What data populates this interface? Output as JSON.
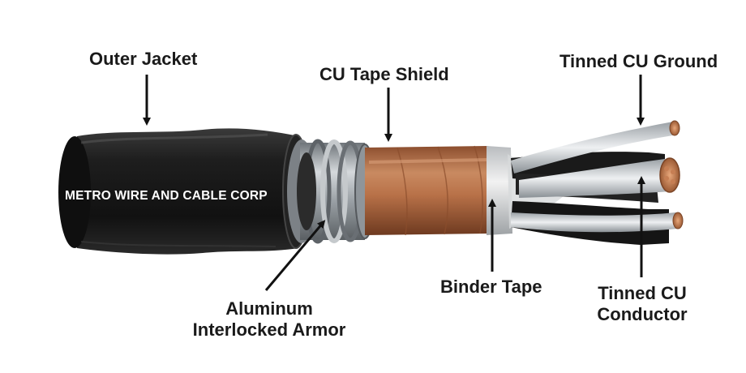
{
  "labels": {
    "outer_jacket": "Outer Jacket",
    "cu_tape_shield": "CU Tape Shield",
    "tinned_cu_ground": "Tinned CU Ground",
    "binder_tape": "Binder Tape",
    "armor_line1": "Aluminum",
    "armor_line2": "Interlocked Armor",
    "conductor_line1": "Tinned CU",
    "conductor_line2": "Conductor"
  },
  "brand_text": "METRO WIRE AND CABLE CORP",
  "colors": {
    "jacket": "#1c1c1c",
    "copper": "#b9754c",
    "armor": "#9da3a8",
    "binder": "#dcdcdc",
    "strands": "#c9cdd1"
  }
}
